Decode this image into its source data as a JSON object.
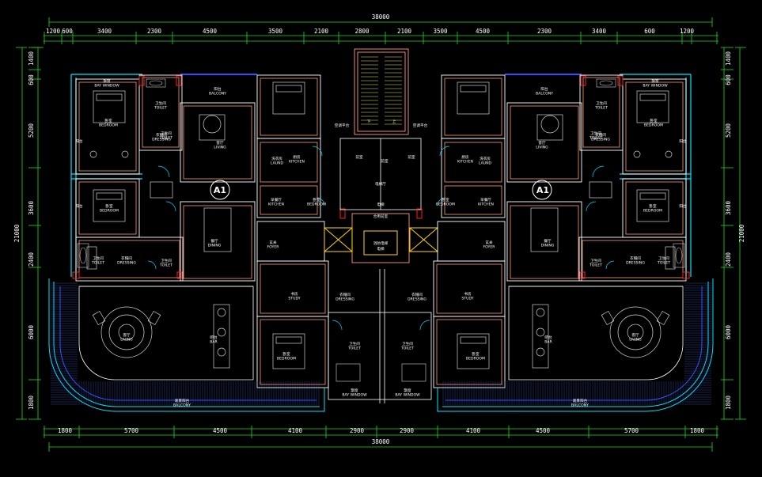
{
  "colors": {
    "background": "#000000",
    "dimension": "#1fdc1f",
    "wall_outer": "#00e5ff",
    "wall_inner": "#ffffff",
    "partition": "#ff9a7a",
    "stair": "#e6e65a",
    "fixture": "#cfcfcf",
    "door": "#00d8ff",
    "column": "#ff2020",
    "accent_blue": "#3050ff",
    "elevator": "#ffd700"
  },
  "dims": {
    "total_top": "38000",
    "total_bottom": "38000",
    "total_left": "21000",
    "total_right": "21000",
    "top": [
      "1200",
      "600",
      "3400",
      "2300",
      "4500",
      "3500",
      "2100",
      "2800",
      "2100",
      "3500",
      "4500",
      "2300",
      "3400",
      "600",
      "1200"
    ],
    "bottom": [
      "1800",
      "5700",
      "4500",
      "4100",
      "2900",
      "2900",
      "4100",
      "4500",
      "5700",
      "1800"
    ],
    "left": [
      "1400",
      "600",
      "5200",
      "3600",
      "2400",
      "6000",
      "1800"
    ],
    "right": [
      "1400",
      "600",
      "5200",
      "3600",
      "2400",
      "6000",
      "1800"
    ]
  },
  "unit_left": {
    "tag": "A1",
    "rooms": [
      {
        "zh": "飘窗",
        "en": "BAY WINDOW"
      },
      {
        "zh": "阳台",
        "en": "BALCONY"
      },
      {
        "zh": "卧室",
        "en": "BEDROOM"
      },
      {
        "zh": "卫生间",
        "en": "TOILET"
      },
      {
        "zh": "衣帽间",
        "en": "DRESSING"
      },
      {
        "zh": "客厅",
        "en": "LIVING"
      },
      {
        "zh": "卧室",
        "en": "BEDROOM"
      },
      {
        "zh": "卫生间",
        "en": "TOILET"
      },
      {
        "zh": "洗衣房",
        "en": "LAUND"
      },
      {
        "zh": "厨房",
        "en": "KITCHEN"
      },
      {
        "zh": "早餐厅",
        "en": "KITCHEN"
      },
      {
        "zh": "卧室",
        "en": "BEDROOM"
      },
      {
        "zh": "餐厅",
        "en": "DINING"
      },
      {
        "zh": "卫生间",
        "en": "TOILET"
      },
      {
        "zh": "衣帽间",
        "en": "DRESSING"
      },
      {
        "zh": "卫生间",
        "en": "TOILET"
      },
      {
        "zh": "玄关",
        "en": "FOYER"
      },
      {
        "zh": "书房",
        "en": "STUDY"
      },
      {
        "zh": "衣帽间",
        "en": "DRESSING"
      },
      {
        "zh": "客厅",
        "en": "LIVING"
      },
      {
        "zh": "吧台",
        "en": "BAR"
      },
      {
        "zh": "卧室",
        "en": "BEDROOM"
      },
      {
        "zh": "卫生间",
        "en": "TOILET"
      },
      {
        "zh": "飘窗",
        "en": "BAY WINDOW"
      },
      {
        "zh": "观景阳台",
        "en": "BALCONY"
      },
      {
        "zh": "空调平台",
        "en": ""
      },
      {
        "zh": "阳台",
        "en": ""
      },
      {
        "zh": "阳台",
        "en": ""
      }
    ]
  },
  "unit_right": {
    "tag": "A1",
    "rooms": [
      {
        "zh": "飘窗",
        "en": "BAY WINDOW"
      },
      {
        "zh": "阳台",
        "en": "BALCONY"
      },
      {
        "zh": "卧室",
        "en": "BEDROOM"
      },
      {
        "zh": "卫生间",
        "en": "TOILET"
      },
      {
        "zh": "衣帽间",
        "en": "DRESSING"
      },
      {
        "zh": "客厅",
        "en": "LIVING"
      },
      {
        "zh": "卧室",
        "en": "BEDROOM"
      },
      {
        "zh": "卫生间",
        "en": "TOILET"
      },
      {
        "zh": "洗衣房",
        "en": "LAUND"
      },
      {
        "zh": "厨房",
        "en": "KITCHEN"
      },
      {
        "zh": "早餐厅",
        "en": "KITCHEN"
      },
      {
        "zh": "卧室",
        "en": "BEDROOM"
      },
      {
        "zh": "餐厅",
        "en": "DINING"
      },
      {
        "zh": "卫生间",
        "en": "TOILET"
      },
      {
        "zh": "衣帽间",
        "en": "DRESSING"
      },
      {
        "zh": "卫生间",
        "en": "TOILET"
      },
      {
        "zh": "玄关",
        "en": "FOYER"
      },
      {
        "zh": "书房",
        "en": "STUDY"
      },
      {
        "zh": "衣帽间",
        "en": "DRESSING"
      },
      {
        "zh": "客厅",
        "en": "LIVING"
      },
      {
        "zh": "吧台",
        "en": "BAR"
      },
      {
        "zh": "卧室",
        "en": "BEDROOM"
      },
      {
        "zh": "卫生间",
        "en": "TOILET"
      },
      {
        "zh": "飘窗",
        "en": "BAY WINDOW"
      },
      {
        "zh": "观景阳台",
        "en": "BALCONY"
      },
      {
        "zh": "空调平台",
        "en": ""
      },
      {
        "zh": "阳台",
        "en": ""
      },
      {
        "zh": "阳台",
        "en": ""
      }
    ]
  },
  "core": {
    "stair_marks": [
      "下",
      "上"
    ],
    "corridor_labels": [
      {
        "zh": "前室",
        "en": ""
      },
      {
        "zh": "前室",
        "en": ""
      },
      {
        "zh": "前室",
        "en": ""
      },
      {
        "zh": "电梯厅",
        "en": ""
      },
      {
        "zh": "合用前室",
        "en": ""
      },
      {
        "zh": "电梯",
        "en": ""
      }
    ],
    "elevator_labels": [
      {
        "zh": "消防电梯",
        "en": ""
      },
      {
        "zh": "电梯",
        "en": ""
      }
    ]
  }
}
